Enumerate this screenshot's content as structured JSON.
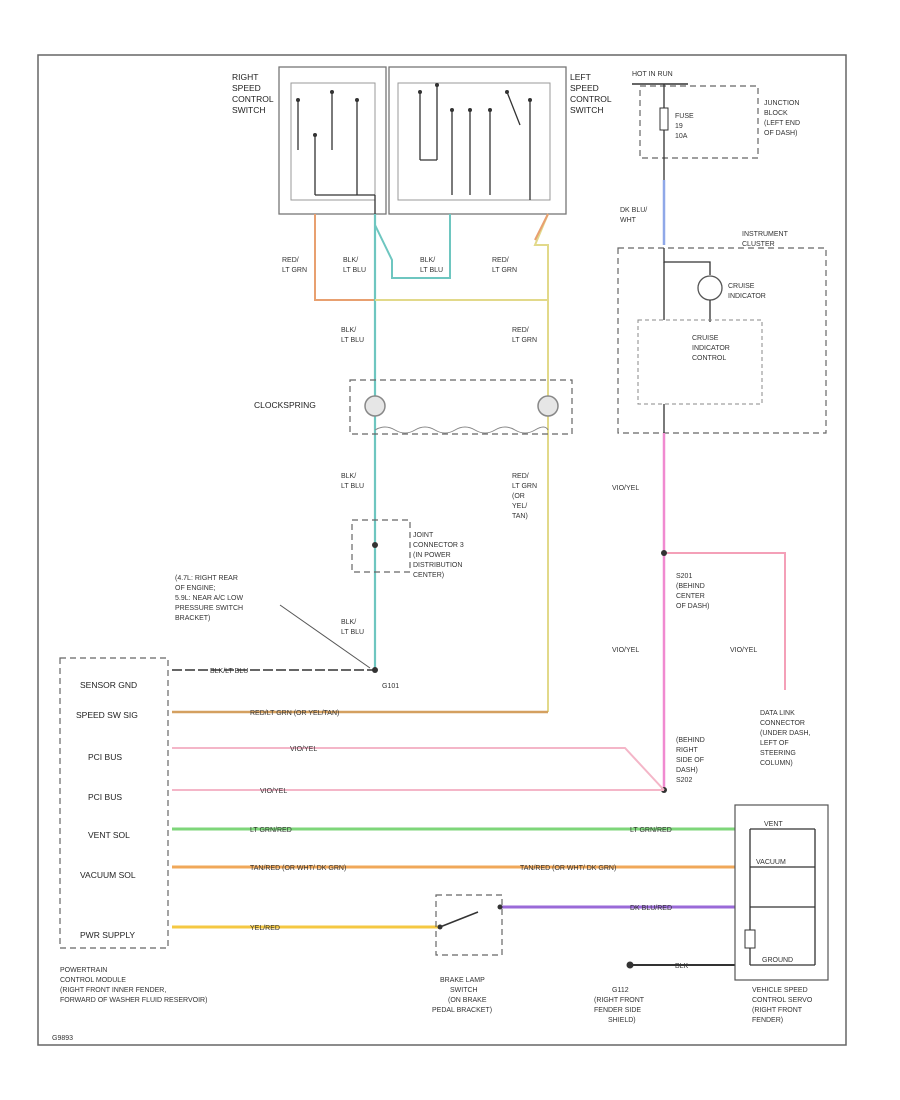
{
  "colors": {
    "red_lt_grn": "#e8a070",
    "blk_lt_blu": "#6ec6c0",
    "red_ltgrn_tan": "#e2d98a",
    "dk_blu_wht": "#8fa8e8",
    "violet_yel": "#f08ad0",
    "pink_line": "#f4b6c8",
    "lt_grn_red": "#7ed67a",
    "tan_red": "#f0a85a",
    "yel_red": "#f5c842",
    "dk_blu_red": "#9a6ad8",
    "black": "#333333"
  },
  "components": {
    "right_switch": "RIGHT SPEED CONTROL SWITCH",
    "left_switch": "LEFT SPEED CONTROL SWITCH",
    "hot_in_run": "HOT IN RUN",
    "fuse": "FUSE 19 10A",
    "junction_block": "JUNCTION BLOCK (LEFT END OF DASH)",
    "instrument_cluster": "INSTRUMENT CLUSTER",
    "cruise_indicator": "CRUISE INDICATOR",
    "cruise_indicator_control": "CRUISE INDICATOR CONTROL",
    "clockspring": "CLOCKSPRING",
    "joint_connector": "JOINT CONNECTOR 3 (IN POWER DISTRIBUTION CENTER)",
    "ground_note": "(4.7L: RIGHT REAR OF ENGINE; 5.9L: NEAR A/C LOW PRESSURE SWITCH BRACKET)",
    "ground_g101": "G101",
    "splice_s201": "S201 (BEHIND CENTER OF DASH)",
    "splice_s202": "(BEHIND RIGHT SIDE OF DASH) S202",
    "data_link": "DATA LINK CONNECTOR (UNDER DASH, LEFT OF STEERING COLUMN)",
    "pcm": "POWERTRAIN CONTROL MODULE (RIGHT FRONT INNER FENDER, FORWARD OF WASHER FLUID RESERVOIR)",
    "brake_switch": "BRAKE LAMP SWITCH (ON BRAKE PEDAL BRACKET)",
    "g112": "G112 (RIGHT FRONT FENDER SIDE SHIELD)",
    "servo": "VEHICLE SPEED CONTROL SERVO (RIGHT FRONT FENDER)"
  },
  "pcm_pins": [
    "SENSOR GND",
    "SPEED SW SIG",
    "PCI BUS",
    "PCI BUS",
    "VENT SOL",
    "VACUUM SOL",
    "PWR SUPPLY"
  ],
  "servo_pins": [
    "VENT",
    "VACUUM",
    "",
    "GROUND"
  ],
  "wires": {
    "red_lt_grn": "RED/ LT GRN",
    "blk_lt_blu": "BLK/ LT BLU",
    "red_lt_grn_tan": "RED/ LT GRN (OR YEL/ TAN)",
    "dk_blu_wht": "DK BLU/ WHT",
    "vio_yel": "VIO/YEL",
    "lt_grn_red": "LT GRN/RED",
    "tan_red": "TAN/RED (OR WHT/ DK GRN)",
    "yel_red": "YEL/RED",
    "dk_blu_red": "DK BLU/RED",
    "blk": "BLK",
    "blk_lt_blu_bus": "BLK/LT BLU",
    "red_lt_grn_bus": "RED/LT GRN (OR YEL/TAN)"
  },
  "footer_code": "G9893"
}
